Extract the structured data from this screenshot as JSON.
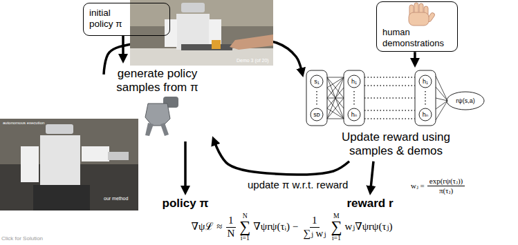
{
  "diagram": {
    "nodes": [
      {
        "text": [
          "initial policy π"
        ]
      },
      {
        "text": [
          "human demonstrations"
        ]
      },
      {
        "text": [
          "generate policy samples from π"
        ]
      },
      {
        "text": [
          "Update reward using samples & demos"
        ]
      },
      {
        "text": [
          "policy π"
        ]
      },
      {
        "text": [
          "reward r"
        ]
      }
    ],
    "edges": [
      {
        "from": 0,
        "to": 2,
        "arrow": "to"
      },
      {
        "from": 1,
        "to": 3,
        "arrow": "to"
      },
      {
        "from": 2,
        "to": 3,
        "arrow": "to"
      },
      {
        "from": 3,
        "to": 2,
        "label": "update π w.r.t. reward",
        "arrow": "to"
      },
      {
        "from": 2,
        "to": 4,
        "arrow": "to"
      },
      {
        "from": 3,
        "to": 5,
        "arrow": "to"
      }
    ],
    "labels": [
      "Demo 3 (of 20)",
      "autonomous execution",
      "our method",
      "s₁",
      "sᴅ",
      "h₁",
      "hₙ",
      "h₁",
      "hₙ",
      "rψ(s,a)",
      "wⱼ =",
      "exp(rψ(τⱼ))",
      "π(τⱼ)",
      "∇ψℒ ≈",
      "1",
      "N",
      "N",
      "∑",
      "i=1",
      "∇ψrψ(τᵢ) −",
      "1",
      "∑ⱼ wⱼ",
      "M",
      "∑",
      "i=1",
      "wⱼ∇ψrψ(τⱼ)",
      "Click for Solution"
    ]
  }
}
